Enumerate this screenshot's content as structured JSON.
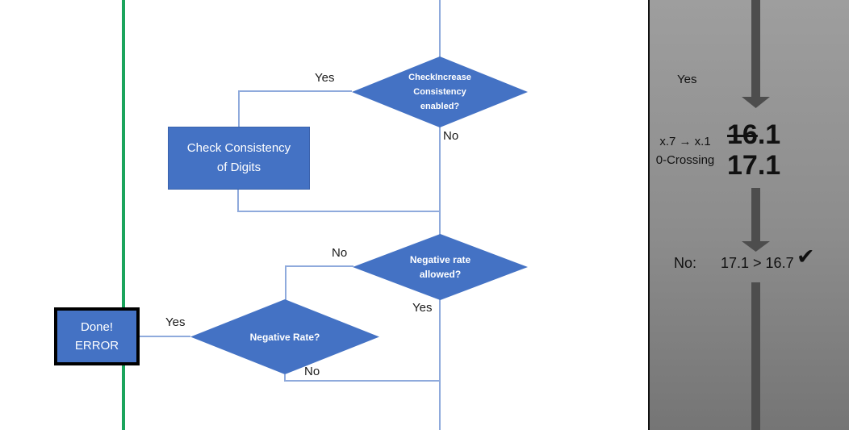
{
  "flowchart": {
    "colors": {
      "shape_fill": "#4472C4",
      "shape_border": "#3A62AC",
      "connector": "#8FAADC",
      "green_line": "#1BA45C"
    },
    "nodes": {
      "check_increase": {
        "lines": [
          "CheckIncrease",
          "Consistency",
          "enabled?"
        ]
      },
      "check_consistency": {
        "lines": [
          "Check Consistency",
          "of Digits"
        ]
      },
      "negative_rate_allowed": {
        "lines": [
          "Negative rate",
          "allowed?"
        ]
      },
      "negative_rate": {
        "label": "Negative Rate?"
      },
      "done_error": {
        "lines": [
          "Done!",
          "ERROR"
        ]
      }
    },
    "edge_labels": {
      "check_increase_yes": "Yes",
      "check_increase_no": "No",
      "negative_rate_allowed_no": "No",
      "negative_rate_allowed_yes": "Yes",
      "negative_rate_yes": "Yes",
      "negative_rate_no": "No"
    }
  },
  "side_panel": {
    "colors": {
      "arrow": "#4D4D4D",
      "background_top": "#9E9E9E",
      "background_bottom": "#757575"
    },
    "yes_label": "Yes",
    "note_line1": "x.7 → x.1",
    "note_line2": "0-Crossing",
    "old_value_struck": "16",
    "old_value_rest": ".1",
    "new_value": "17.1",
    "result_label": "No:",
    "result_comparison": "17.1 > 16.7",
    "checkmark_icon": "✔"
  }
}
